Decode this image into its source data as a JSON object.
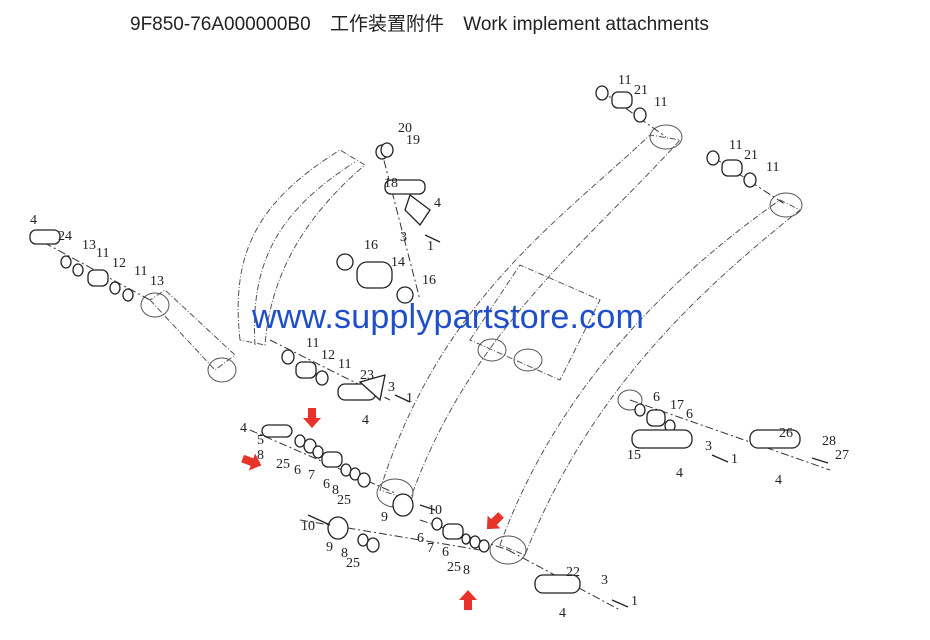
{
  "title": {
    "part_number": "9F850-76A000000B0",
    "name_cn": "工作装置附件",
    "name_en": "Work implement attachments"
  },
  "watermark": "www.supplypartstore.com",
  "colors": {
    "arrow": "#e8332a",
    "watermark": "#1f4fc8",
    "line": "#333333"
  },
  "callouts": [
    "11",
    "21",
    "11",
    "11",
    "21",
    "11",
    "20",
    "19",
    "18",
    "4",
    "3",
    "1",
    "16",
    "14",
    "16",
    "4",
    "24",
    "13",
    "11",
    "12",
    "11",
    "13",
    "11",
    "12",
    "11",
    "23",
    "3",
    "1",
    "4",
    "4",
    "5",
    "8",
    "25",
    "6",
    "7",
    "6",
    "8",
    "25",
    "9",
    "10",
    "10",
    "9",
    "8",
    "25",
    "6",
    "7",
    "6",
    "25",
    "8",
    "22",
    "3",
    "1",
    "4",
    "6",
    "17",
    "6",
    "15",
    "3",
    "1",
    "4",
    "26",
    "28",
    "27",
    "4"
  ],
  "attention_arrows": [
    "arrow-down",
    "arrow-right",
    "arrow-down-left",
    "arrow-up"
  ]
}
